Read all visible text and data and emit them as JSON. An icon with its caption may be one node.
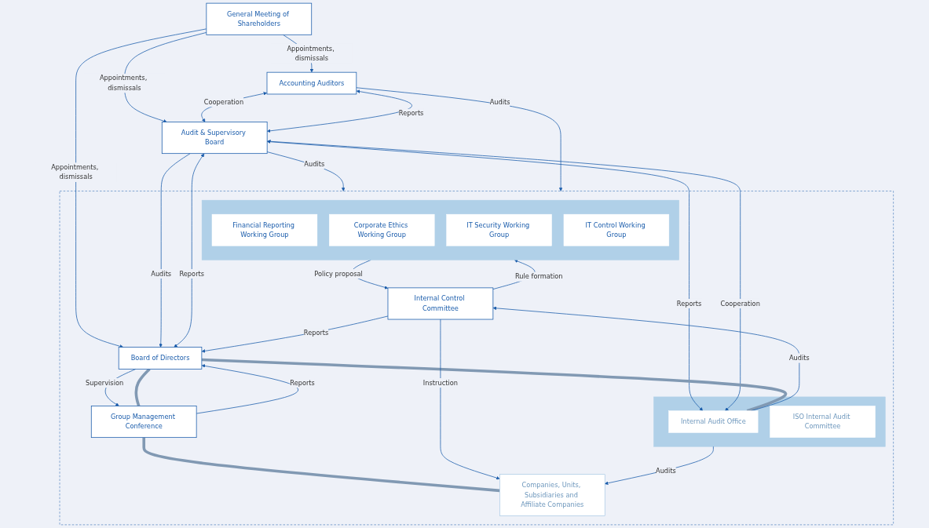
{
  "diagram": {
    "nodes": [
      {
        "text": [
          "General Meeting of Shareholders"
        ]
      },
      {
        "text": [
          "Accounting Auditors"
        ]
      },
      {
        "text": [
          "Audit & Supervisory Board"
        ]
      },
      {
        "text": [],
        "shape": "box"
      },
      {
        "text": [
          "Board of Directors"
        ],
        "in": 3
      },
      {
        "text": [
          "Group Management Conference"
        ],
        "in": 3
      },
      {
        "text": [],
        "shape": "box",
        "in": 3
      },
      {
        "text": [
          "Internal Audit Office"
        ],
        "in": 6
      },
      {
        "text": [
          "ISO Internal Audit Committee"
        ],
        "in": 6
      },
      {
        "text": [
          "Companies, Units, Subsidiaries and Affiliate Companies"
        ],
        "in": 3
      },
      {
        "text": [],
        "shape": "box",
        "in": 3
      },
      {
        "text": [
          "Financial Reporting Working Group"
        ],
        "in": 10
      },
      {
        "text": [
          "Corporate Ethics Working Group"
        ],
        "in": 10
      },
      {
        "text": [
          "IT Security Working Group"
        ],
        "in": 10
      },
      {
        "text": [
          "IT Control Working Group"
        ],
        "in": 10
      },
      {
        "text": [
          "Internal Control Committee"
        ],
        "in": 3
      }
    ],
    "edges": [
      {
        "from": 0,
        "to": 1,
        "label": "Appointments, dismissals",
        "arrow": "to"
      },
      {
        "from": 0,
        "to": 2,
        "label": "Appointments, dismissals",
        "arrow": "to"
      },
      {
        "from": 0,
        "to": 4,
        "label": "Appointments, dismissals",
        "arrow": "to"
      },
      {
        "from": 1,
        "to": 2,
        "label": "Cooperation",
        "arrow": "both"
      },
      {
        "from": 1,
        "to": 2,
        "label": "Reports",
        "arrow": "both"
      },
      {
        "from": 2,
        "to": 4,
        "label": "Audits",
        "arrow": "to"
      },
      {
        "from": 2,
        "to": 4,
        "label": "Reports",
        "arrow": "both"
      },
      {
        "from": 2,
        "to": 3,
        "label": "Audits",
        "arrow": "to"
      },
      {
        "from": 2,
        "to": 7,
        "label": "Reports",
        "arrow": "both"
      },
      {
        "from": 2,
        "to": 7,
        "label": "Cooperation",
        "arrow": "both"
      },
      {
        "from": 5,
        "to": 4,
        "label": "Reports",
        "arrow": "to"
      },
      {
        "from": 4,
        "to": 5,
        "label": "Supervision",
        "arrow": "to"
      },
      {
        "from": 4,
        "to": 7,
        "arrow": "none",
        "style": "thick",
        "color": "#8199b3"
      },
      {
        "from": 4,
        "to": 5,
        "arrow": "none",
        "style": "thick",
        "color": "#8199b3"
      },
      {
        "from": 5,
        "to": 9,
        "arrow": "none",
        "style": "thick",
        "color": "#8199b3"
      },
      {
        "from": 6,
        "to": 9,
        "label": "Audits",
        "arrow": "to"
      },
      {
        "from": 7,
        "to": 15,
        "label": "Audits",
        "arrow": "to"
      },
      {
        "from": 1,
        "to": 3,
        "label": "Audits",
        "arrow": "to"
      },
      {
        "from": 15,
        "to": 9,
        "label": "Instruction",
        "arrow": "to"
      },
      {
        "from": 15,
        "to": 4,
        "label": "Reports",
        "arrow": "to"
      },
      {
        "from": 15,
        "to": 10,
        "label": "Rule formation",
        "arrow": "to"
      },
      {
        "from": 10,
        "to": 15,
        "label": "Policy proposal",
        "arrow": "to"
      }
    ]
  }
}
